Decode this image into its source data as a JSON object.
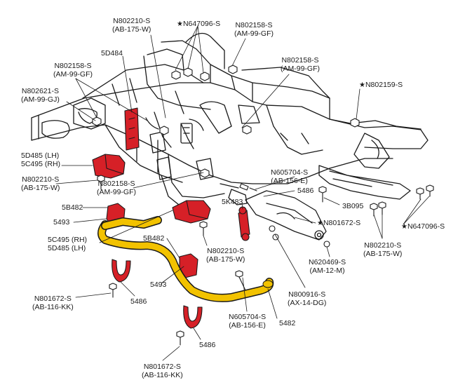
{
  "colors": {
    "line": "#1a1a1a",
    "highlight_red": "#d62027",
    "highlight_yellow": "#f2c200",
    "frame_fill": "#ffffff"
  },
  "labels": {
    "n802210_top": [
      "N802210-S",
      "(AB-175-W)"
    ],
    "n647096_top": "N647096-S",
    "n802158_top": [
      "N802158-S",
      "(AM-99-GF)"
    ],
    "p5d484": "5D484",
    "n802158_left": [
      "N802158-S",
      "(AM-99-GF)"
    ],
    "n802621": [
      "N802621-S",
      "(AM-99-GJ)"
    ],
    "n802158_mid": [
      "N802158-S",
      "(AM-99-GF)"
    ],
    "n802159": "N802159-S",
    "p5d485_5c495": [
      "5D485 (LH)",
      "5C495 (RH)"
    ],
    "n802210_left": [
      "N802210-S",
      "(AB-175-W)"
    ],
    "n802158_lower": [
      "N802158-S",
      "(AM-99-GF)"
    ],
    "n605704_upper": [
      "N605704-S",
      "(AB-156-E)"
    ],
    "p5486_upper": "5486",
    "p5b482_upper": "5B482",
    "p5k483": "5K483",
    "p5493_left": "5493",
    "p5c495_5d485": [
      "5C495 (RH)",
      "5D485 (LH)"
    ],
    "p5b482_lower": "5B482",
    "n802210_center": [
      "N802210-S",
      "(AB-175-W)"
    ],
    "p3b095": "3B095",
    "n801672_right": "N801672-S",
    "n647096_right": "N647096-S",
    "n802210_right": [
      "N802210-S",
      "(AB-175-W)"
    ],
    "n620469": [
      "N620469-S",
      "(AM-12-M)"
    ],
    "p5493_center": "5493",
    "n801672_left": [
      "N801672-S",
      "(AB-116-KK)"
    ],
    "p5486_left": "5486",
    "n800916": [
      "N800916-S",
      "(AX-14-DG)"
    ],
    "n605704_lower": [
      "N605704-S",
      "(AB-156-E)"
    ],
    "p5482": "5482",
    "p5486_lower": "5486",
    "n801672_bottom": [
      "N801672-S",
      "(AB-116-KK)"
    ]
  }
}
